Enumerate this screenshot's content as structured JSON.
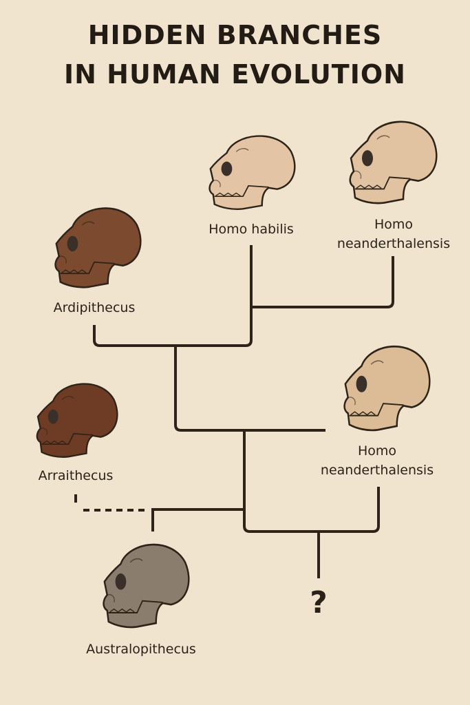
{
  "title": {
    "line1": "HIDDEN BRANCHES",
    "line2": "IN HUMAN EVOLUTION"
  },
  "species": [
    {
      "id": "homo-habilis",
      "lines": [
        "Homo habilis"
      ],
      "skull_color": "#e3c4a4"
    },
    {
      "id": "homo-neanderthalensis-top",
      "lines": [
        "Homo",
        "neanderthalensis"
      ],
      "skull_color": "#e2c3a1"
    },
    {
      "id": "ardipithecus",
      "lines": [
        "Ardipithecus"
      ],
      "skull_color": "#7c4a2f"
    },
    {
      "id": "homo-neanderthalensis-mid",
      "lines": [
        "Homo",
        "neanderthalensis"
      ],
      "skull_color": "#dcbc97"
    },
    {
      "id": "arraithecus",
      "lines": [
        "Arraithecus"
      ],
      "skull_color": "#6e3b24"
    },
    {
      "id": "australopithecus",
      "lines": [
        "Australopithecus"
      ],
      "skull_color": "#8a7d6d"
    }
  ],
  "unknown_marker": "?",
  "colors": {
    "background": "#f1e4cf",
    "line": "#2e2318"
  }
}
